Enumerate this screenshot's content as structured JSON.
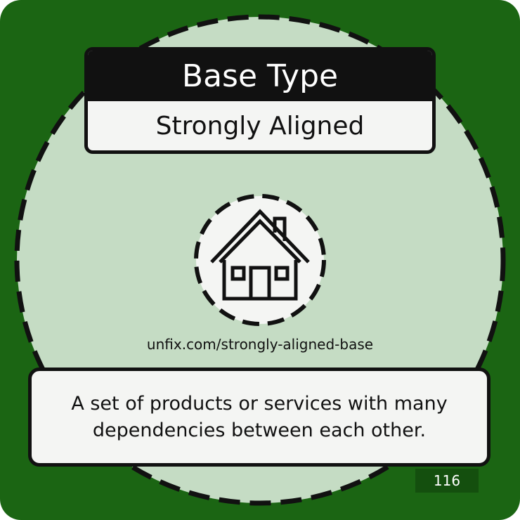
{
  "card": {
    "header": {
      "title": "Base Type",
      "subtitle": "Strongly Aligned"
    },
    "icon": {
      "name": "house-icon"
    },
    "url": "unfix.com/strongly-aligned-base",
    "description": "A set of products or services with many dependencies between each other.",
    "page_number": "116"
  },
  "colors": {
    "background": "#1b6513",
    "circle_fill": "#c5dcc4",
    "header_bar": "#111111",
    "panel": "#f4f5f3",
    "page_number_bg": "#144f0e"
  }
}
